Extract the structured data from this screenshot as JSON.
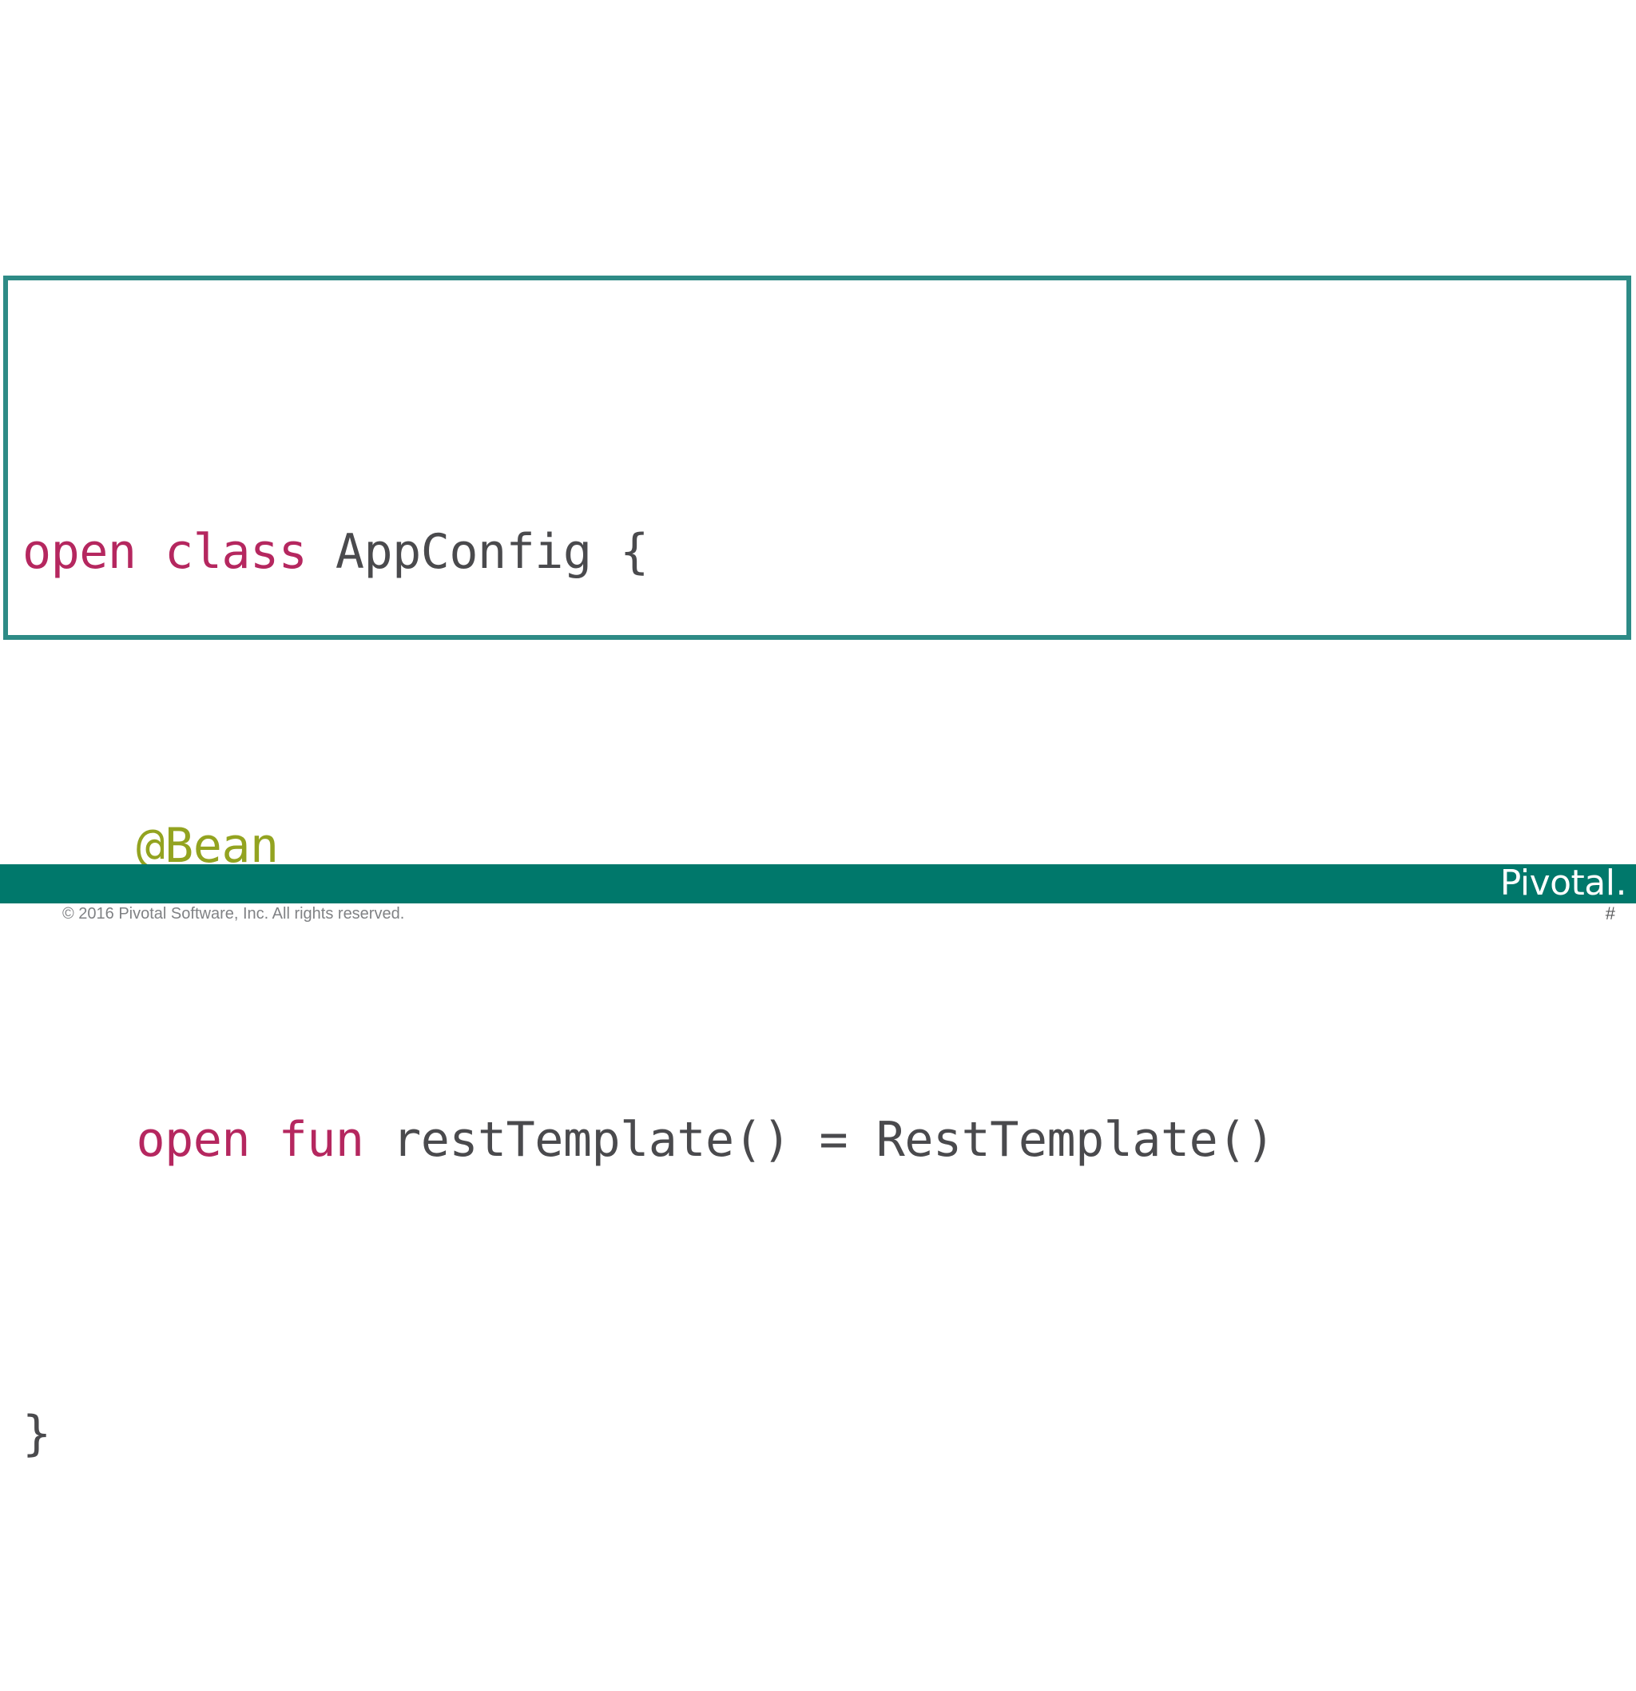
{
  "slide": {
    "background_color": "#ffffff",
    "code_block": {
      "border_color": "#2e8b86",
      "background_color": "#ffffff",
      "language": "kotlin",
      "lines": [
        {
          "indent": "",
          "tokens": [
            {
              "text": "open",
              "type": "keyword",
              "color": "#b5275f"
            },
            {
              "text": " ",
              "type": "space"
            },
            {
              "text": "class",
              "type": "keyword",
              "color": "#b5275f"
            },
            {
              "text": " ",
              "type": "space"
            },
            {
              "text": "AppConfig",
              "type": "identifier",
              "color": "#4a4a4d"
            },
            {
              "text": " ",
              "type": "space"
            },
            {
              "text": "{",
              "type": "punctuation",
              "color": "#4a4a4d"
            }
          ],
          "plain": "open class AppConfig {"
        },
        {
          "indent": "    ",
          "tokens": [
            {
              "text": "    ",
              "type": "space"
            },
            {
              "text": "@Bean",
              "type": "annotation",
              "color": "#93a320"
            }
          ],
          "plain": "    @Bean"
        },
        {
          "indent": "    ",
          "tokens": [
            {
              "text": "    ",
              "type": "space"
            },
            {
              "text": "open",
              "type": "keyword",
              "color": "#b5275f"
            },
            {
              "text": " ",
              "type": "space"
            },
            {
              "text": "fun",
              "type": "keyword",
              "color": "#b5275f"
            },
            {
              "text": " ",
              "type": "space"
            },
            {
              "text": "restTemplate()",
              "type": "identifier",
              "color": "#4a4a4d"
            },
            {
              "text": " ",
              "type": "space"
            },
            {
              "text": "=",
              "type": "punctuation",
              "color": "#4a4a4d"
            },
            {
              "text": " ",
              "type": "space"
            },
            {
              "text": "RestTemplate()",
              "type": "identifier",
              "color": "#4a4a4d"
            }
          ],
          "plain": "    open fun restTemplate() = RestTemplate()"
        },
        {
          "indent": "",
          "tokens": [
            {
              "text": "}",
              "type": "punctuation",
              "color": "#4a4a4d"
            }
          ],
          "plain": "}"
        }
      ]
    }
  },
  "footer": {
    "bar_color": "#00786b",
    "brand": "Pivotal",
    "brand_dot": ".",
    "copyright": "© 2016 Pivotal Software, Inc.  All rights reserved.",
    "page_number": "#"
  }
}
